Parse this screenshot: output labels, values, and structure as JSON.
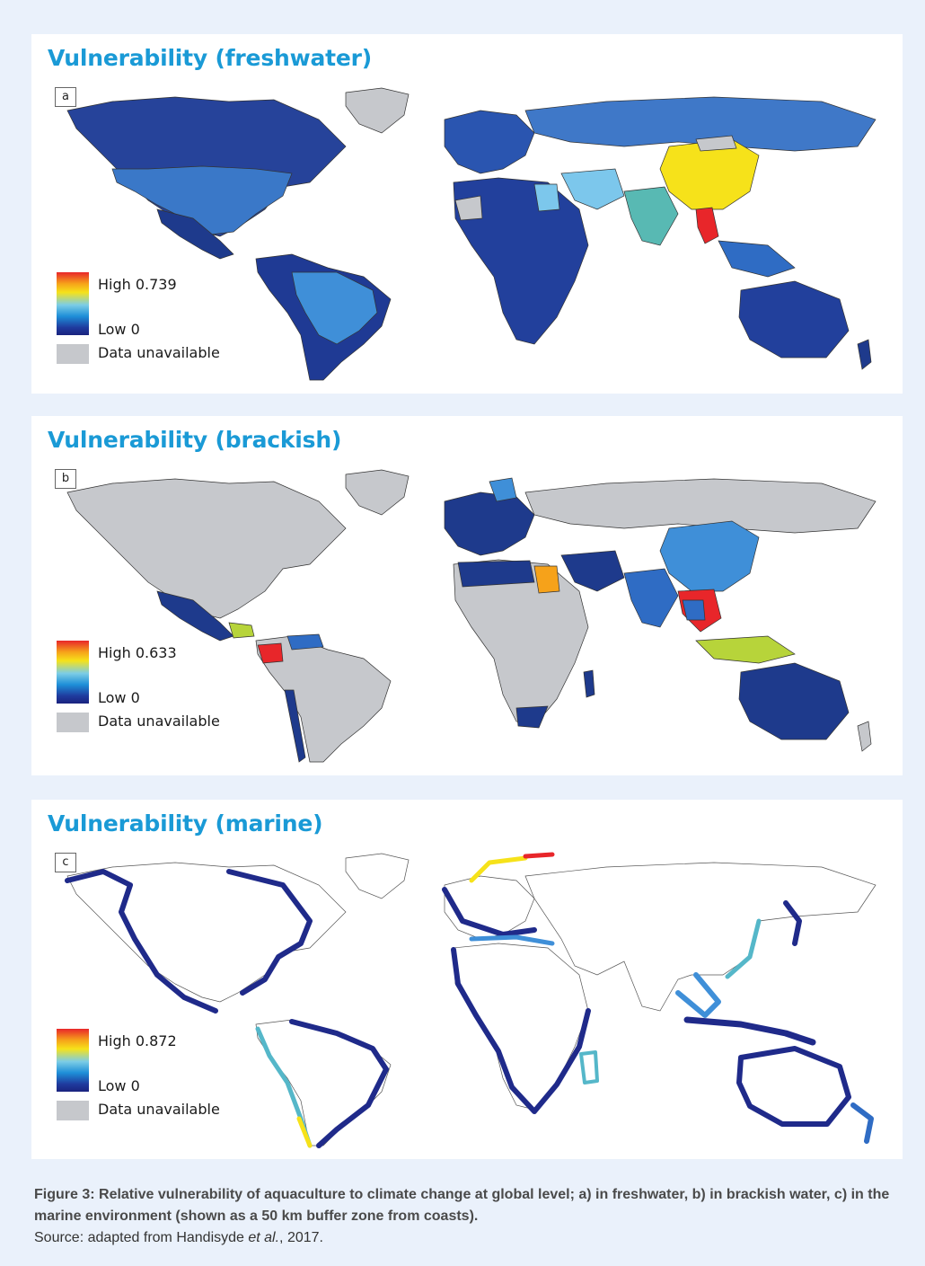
{
  "panels": [
    {
      "title": "Vulnerability (freshwater)",
      "letter": "a",
      "legend": {
        "high": "High 0.739",
        "low": "Low 0",
        "unavailable": "Data unavailable"
      }
    },
    {
      "title": "Vulnerability (brackish)",
      "letter": "b",
      "legend": {
        "high": "High 0.633",
        "low": "Low 0",
        "unavailable": "Data unavailable"
      }
    },
    {
      "title": "Vulnerability (marine)",
      "letter": "c",
      "legend": {
        "high": "High 0.872",
        "low": "Low 0",
        "unavailable": "Data unavailable"
      }
    }
  ],
  "caption": {
    "title": "Figure 3: Relative vulnerability of aquaculture to climate change at global level; a) in freshwater, b) in brackish water, c) in the marine environment (shown as a 50 km buffer zone from coasts).",
    "source_prefix": "Source: adapted from Handisyde ",
    "source_etal": "et al.",
    "source_suffix": ", 2017."
  },
  "colors": {
    "title": "#1a9ad6",
    "low": "#1a237e",
    "mid": "#1e88e5",
    "light": "#7ccde6",
    "yellow": "#f6e21a",
    "orange": "#f6a21a",
    "red": "#e8262a",
    "unavailable": "#c6c8cc",
    "background": "#eaf1fb"
  }
}
